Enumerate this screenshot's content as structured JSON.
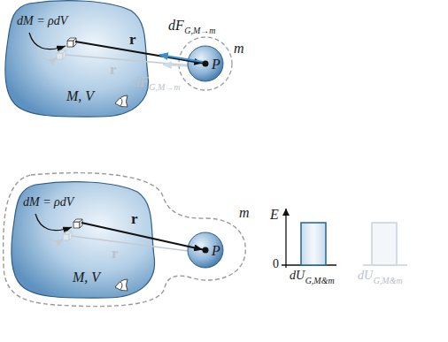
{
  "diagram": {
    "nodes": [
      {
        "text": [
          "dM = ρdV",
          "M, V"
        ]
      },
      {
        "text": [
          "P"
        ]
      },
      {
        "text": [
          "dM = ρdV",
          "M, V"
        ]
      },
      {
        "text": [
          "P"
        ]
      }
    ],
    "labels": [
      "r",
      "r",
      "dF",
      "G,M→m",
      "dF",
      "G,M→m",
      "m",
      "r",
      "r",
      "m",
      "E",
      "0",
      "dU",
      "G,M&m",
      "dU",
      "G,M&m"
    ]
  }
}
